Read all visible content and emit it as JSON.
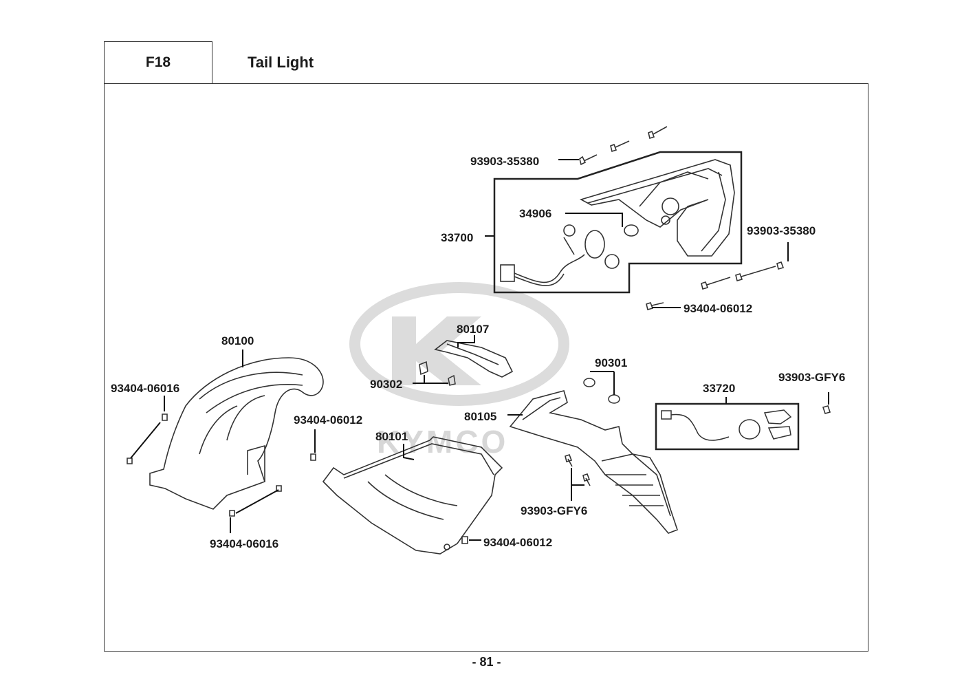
{
  "header": {
    "section_code": "F18",
    "title": "Tail Light"
  },
  "watermark": {
    "brand": "KYMCO"
  },
  "callouts": [
    "93903-35380",
    "34906",
    "33700",
    "93903-35380",
    "93404-06012",
    "80107",
    "80100",
    "90301",
    "93404-06016",
    "90302",
    "33720",
    "93903-GFY6",
    "80105",
    "93404-06012",
    "80101",
    "93903-GFY6",
    "93404-06016",
    "93404-06012"
  ],
  "footer": {
    "page_number": "- 81 -"
  }
}
